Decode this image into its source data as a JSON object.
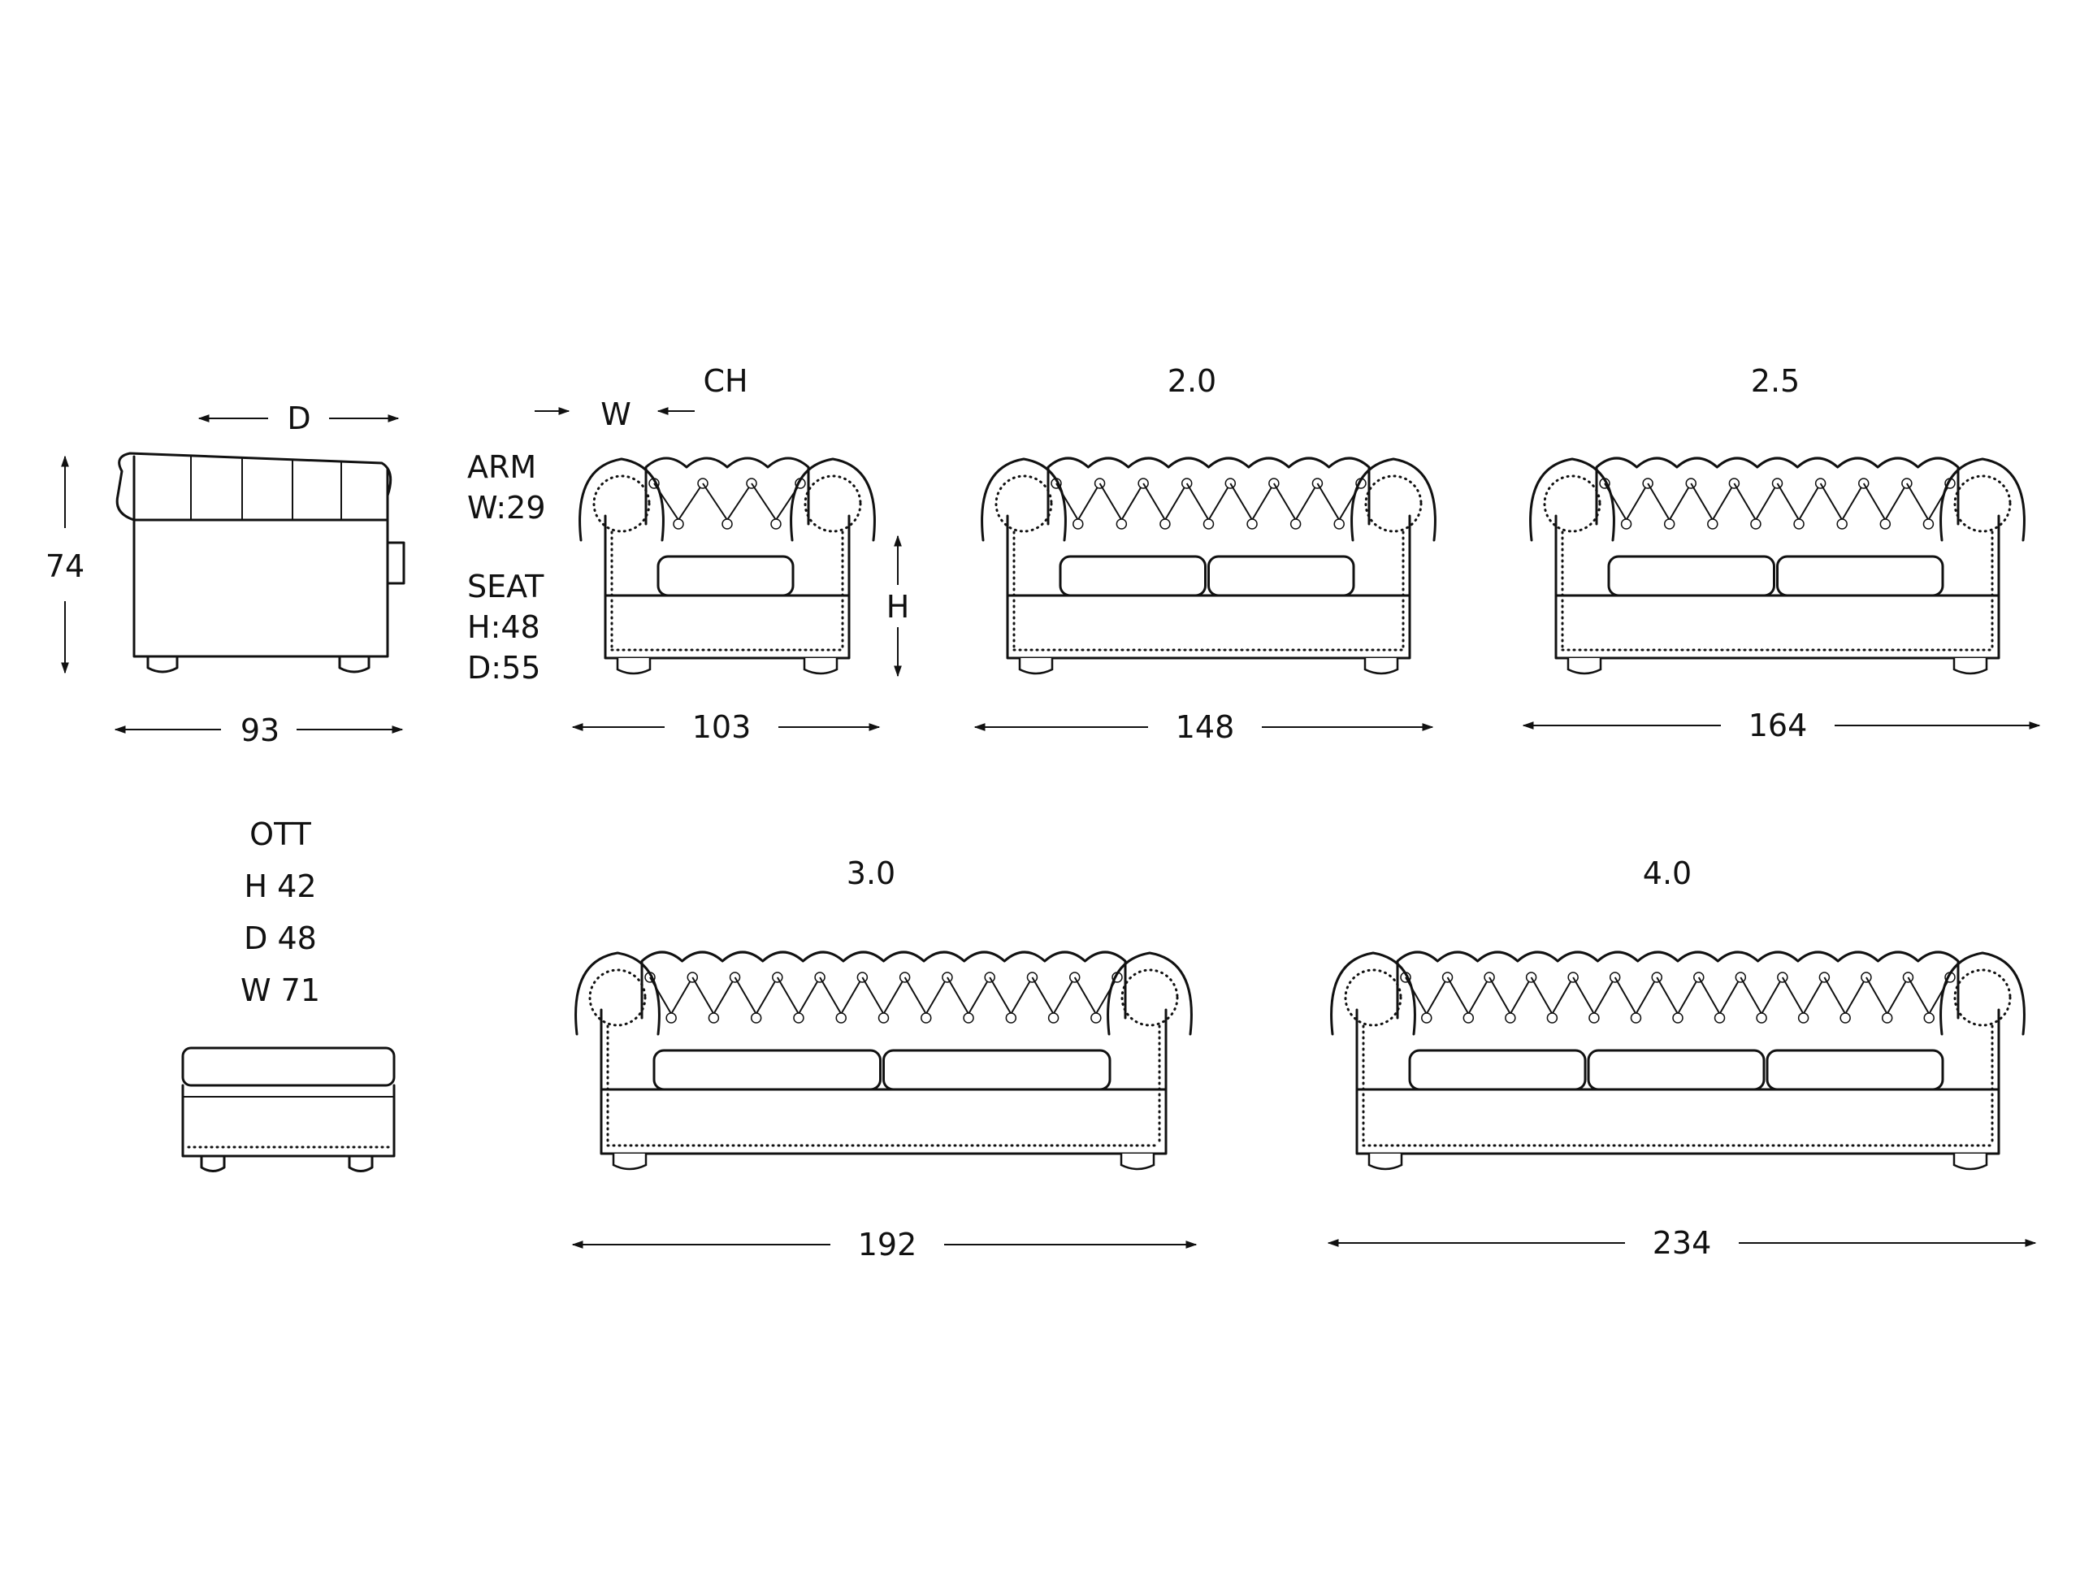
{
  "colors": {
    "ink": "#111111",
    "paper": "#ffffff"
  },
  "side_view": {
    "depth_label": "D",
    "height_value": "74",
    "width_value": "93"
  },
  "arm_spec": {
    "title": "ARM",
    "width": "W:29"
  },
  "seat_spec": {
    "title": "SEAT",
    "height": "H:48",
    "depth": "D:55"
  },
  "arm_dimension": {
    "label": "W"
  },
  "height_dimension": {
    "label": "H"
  },
  "ottoman": {
    "title": "OTT",
    "height": "H 42",
    "depth": "D 48",
    "width": "W 71"
  },
  "models": [
    {
      "name": "CH",
      "width": "103"
    },
    {
      "name": "2.0",
      "width": "148"
    },
    {
      "name": "2.5",
      "width": "164"
    },
    {
      "name": "3.0",
      "width": "192"
    },
    {
      "name": "4.0",
      "width": "234"
    }
  ]
}
